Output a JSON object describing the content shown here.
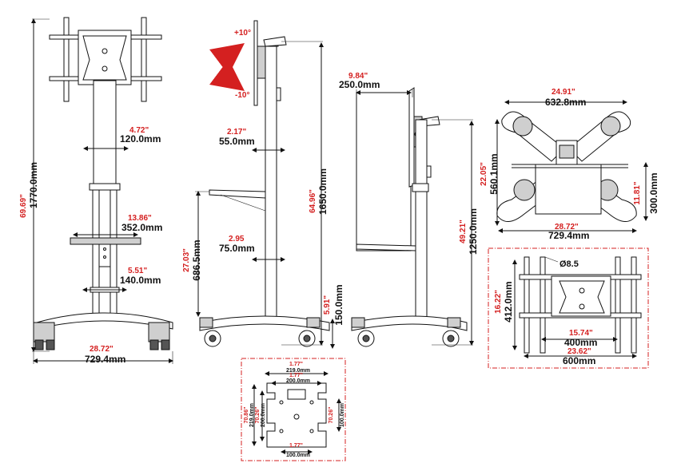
{
  "front": {
    "total_height_in": "69.69\"",
    "total_height_mm": "1770.0mm",
    "pole_in": "4.72\"",
    "pole_mm": "120.0mm",
    "shelf_in": "13.86\"",
    "shelf_mm": "352.0mm",
    "twin_in": "5.51\"",
    "twin_mm": "140.0mm",
    "base_in": "28.72\"",
    "base_mm": "729.4mm"
  },
  "side1": {
    "tilt_up": "+10°",
    "tilt_down": "-10°",
    "depth_in": "2.17\"",
    "depth_mm": "55.0mm",
    "pole_in": "2.95",
    "pole_mm": "75.0mm",
    "height_in": "64.96\"",
    "height_mm": "1650.0mm",
    "shelf_h_in": "27.03\"",
    "shelf_h_mm": "686.5mm",
    "base_h_in": "5.91\"",
    "base_h_mm": "150.0mm"
  },
  "side2": {
    "offset_in": "9.84\"",
    "offset_mm": "250.0mm",
    "height_in": "49.21\"",
    "height_mm": "1250.0mm"
  },
  "top": {
    "width_in": "24.91\"",
    "width_mm": "632.8mm",
    "depth_in": "22.05\"",
    "depth_mm": "560.1mm",
    "base_in": "28.72\"",
    "base_mm": "729.4mm",
    "small_in": "11.81\"",
    "small_mm": "300.0mm"
  },
  "vesa": {
    "hole": "Ø8.5",
    "height_in": "16.22\"",
    "height_mm": "412.0mm",
    "w400_in": "15.74\"",
    "w400_mm": "400mm",
    "w600_in": "23.62\"",
    "w600_mm": "600mm"
  },
  "plate": {
    "top_in": "1.77\"",
    "top_mm": "219.0mm",
    "inner_in": "1.77\"",
    "inner_mm": "200.0mm",
    "bot_in": "1.77\"",
    "bot_mm": "100.0mm",
    "left_in": "70.86\"",
    "left_mm": "219.0mm",
    "left2_in": "70.26\"",
    "left2_mm": "200.0mm",
    "right_in": "70.26\"",
    "right_mm": "100.0mm"
  },
  "colors": {
    "dimension_red": "#d42020",
    "line": "#111111",
    "frame": "#d42020"
  }
}
